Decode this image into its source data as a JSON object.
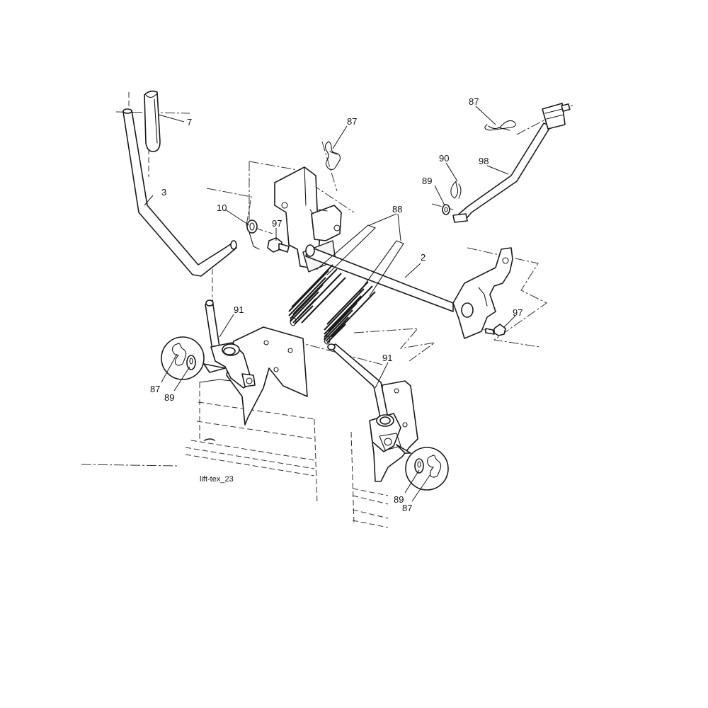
{
  "diagram": {
    "caption": "lift-tex_23",
    "callouts": {
      "c7": "7",
      "c3": "3",
      "c10": "10",
      "c97a": "97",
      "c87top": "87",
      "c88": "88",
      "c2": "2",
      "c87right": "87",
      "c90": "90",
      "c98": "98",
      "c89right": "89",
      "c97b": "97",
      "c91left": "91",
      "c87left": "87",
      "c89left": "89",
      "c91right": "91",
      "c89bottom": "89",
      "c87bottom": "87"
    }
  }
}
